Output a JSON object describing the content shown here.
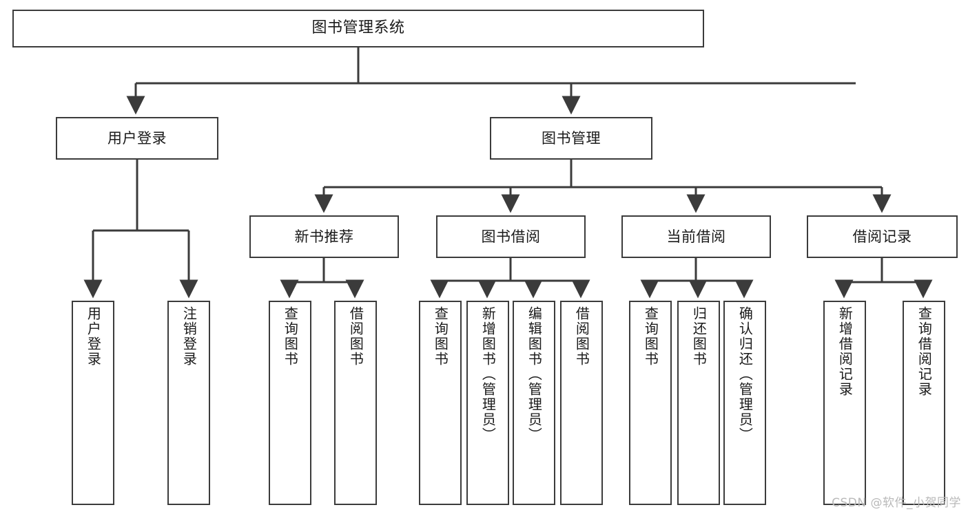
{
  "diagram": {
    "type": "tree",
    "title": "图书管理系统",
    "orientation": "top-down",
    "edge_color": "#3b3b3b",
    "node_border_color": "#3b3b3b",
    "node_fill_color": "#ffffff",
    "background_color": "#ffffff"
  },
  "nodes": {
    "root": {
      "label": "图书管理系统"
    },
    "level2": [
      {
        "id": "user-login",
        "label": "用户登录"
      },
      {
        "id": "book-manage",
        "label": "图书管理"
      }
    ],
    "level3": [
      {
        "id": "new-book-recommend",
        "label": "新书推荐"
      },
      {
        "id": "book-borrow",
        "label": "图书借阅"
      },
      {
        "id": "current-borrow",
        "label": "当前借阅"
      },
      {
        "id": "borrow-record",
        "label": "借阅记录"
      }
    ],
    "leaves": {
      "user_login": [
        {
          "id": "leaf-user-login",
          "label": "用户登录"
        },
        {
          "id": "leaf-user-logout",
          "label": "注销登录"
        }
      ],
      "new_book_recommend": [
        {
          "id": "leaf-query-book-1",
          "label": "查询图书"
        },
        {
          "id": "leaf-borrow-book-1",
          "label": "借阅图书"
        }
      ],
      "book_borrow": [
        {
          "id": "leaf-query-book-2",
          "label": "查询图书"
        },
        {
          "id": "leaf-add-book",
          "label": "新增图书（管理员）"
        },
        {
          "id": "leaf-edit-book",
          "label": "编辑图书（管理员）"
        },
        {
          "id": "leaf-borrow-book-2",
          "label": "借阅图书"
        }
      ],
      "current_borrow": [
        {
          "id": "leaf-query-book-3",
          "label": "查询图书"
        },
        {
          "id": "leaf-return-book",
          "label": "归还图书"
        },
        {
          "id": "leaf-confirm-return",
          "label": "确认归还（管理员）"
        }
      ],
      "borrow_record": [
        {
          "id": "leaf-add-record",
          "label": "新增借阅记录"
        },
        {
          "id": "leaf-query-record",
          "label": "查询借阅记录"
        }
      ]
    }
  },
  "watermark": {
    "text": "CSDN @软件_小贺同学"
  }
}
